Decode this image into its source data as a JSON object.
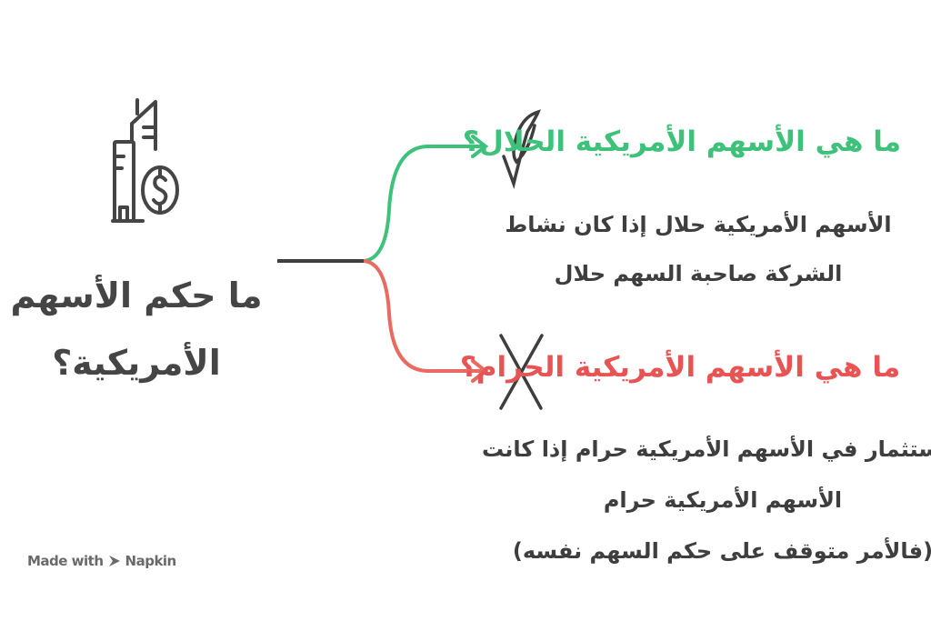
{
  "main": {
    "title_line1": "ما حكم الأسهم",
    "title_line2": "الأمريكية؟",
    "icon": "building-dollar-icon"
  },
  "branches": [
    {
      "title": "ما هي الأسهم الأمريكية  الحلال؟",
      "color": "#3ec27a",
      "icon": "leaf-check-icon",
      "body": [
        "الأسهم الأمريكية حلال إذا كان نشاط",
        "الشركة صاحبة السهم حلال"
      ]
    },
    {
      "title": "ما هي الأسهم الأمريكية الحرام؟",
      "color": "#e85454",
      "icon": "x-icon",
      "body": [
        "الاستثمار في الأسهم الأمريكية حرام إذا كانت",
        "الأسهم الأمريكية حرام",
        "(فالأمر متوقف على حكم السهم نفسه)"
      ]
    }
  ],
  "footer": {
    "made_with": "Made with",
    "brand": "Napkin"
  }
}
